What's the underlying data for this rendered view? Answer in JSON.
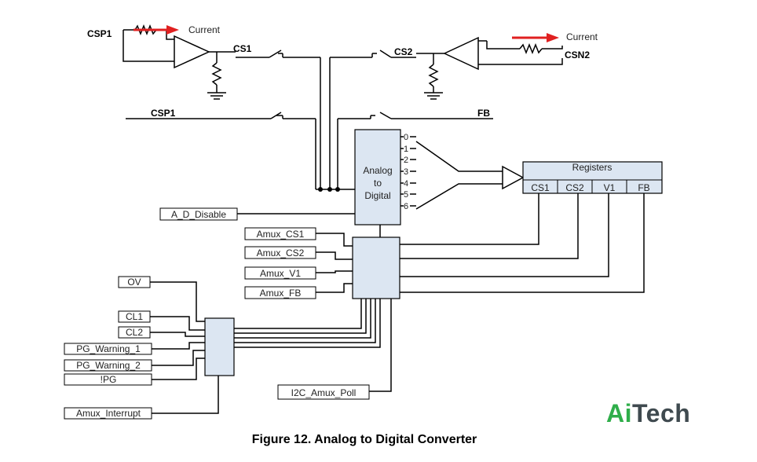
{
  "caption": "Figure 12. Analog to Digital Converter",
  "brand": {
    "part1": "Ai",
    "part2": "Tech"
  },
  "colors": {
    "block_fill": "#dce6f2",
    "arrow": "#e02020",
    "brand_green": "#2fae4a",
    "brand_gray": "#3f4a4f"
  },
  "labels": {
    "csp1_top": "CSP1",
    "csn2": "CSN2",
    "current_left": "Current",
    "current_right": "Current",
    "cs1": "CS1",
    "cs2": "CS2",
    "csp1_mid": "CSP1",
    "fb": "FB"
  },
  "adc": {
    "line1": "Analog",
    "line2": "to",
    "line3": "Digital",
    "outputs": [
      "0",
      "1",
      "2",
      "3",
      "4",
      "5",
      "6"
    ]
  },
  "registers": {
    "title": "Registers",
    "cells": [
      "CS1",
      "CS2",
      "V1",
      "FB"
    ]
  },
  "inputs": {
    "a_d_disable": "A_D_Disable",
    "amux_cs1": "Amux_CS1",
    "amux_cs2": "Amux_CS2",
    "amux_v1": "Amux_V1",
    "amux_fb": "Amux_FB",
    "ov": "OV",
    "cl1": "CL1",
    "cl2": "CL2",
    "pg_warning_1": "PG_Warning_1",
    "pg_warning_2": "PG_Warning_2",
    "pg": "!PG",
    "amux_interrupt": "Amux_Interrupt",
    "i2c_amux_poll": "I2C_Amux_Poll"
  }
}
